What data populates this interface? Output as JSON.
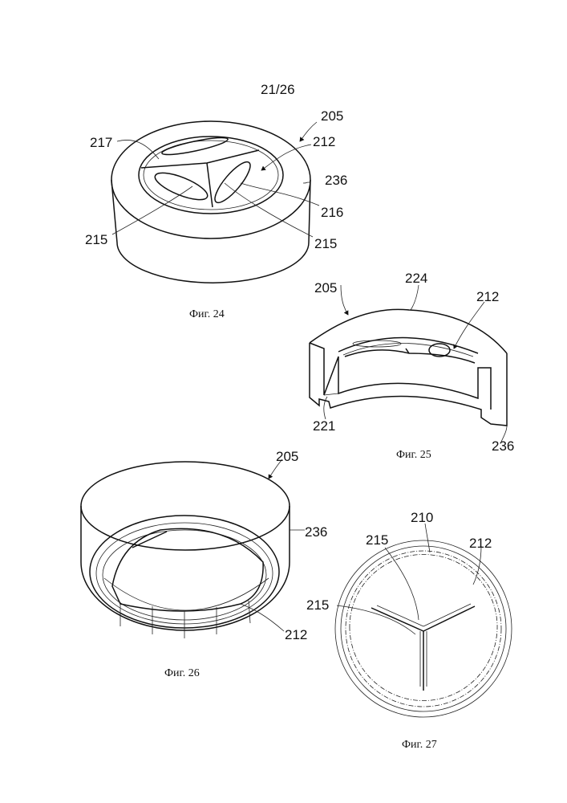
{
  "sheet": {
    "number": "21/26"
  },
  "figures": [
    {
      "caption": "Фиг. 24",
      "labels": [
        "205",
        "217",
        "212",
        "236",
        "216",
        "215",
        "215"
      ]
    },
    {
      "caption": "Фиг. 25",
      "labels": [
        "205",
        "224",
        "212",
        "221",
        "236"
      ]
    },
    {
      "caption": "Фиг. 26",
      "labels": [
        "205",
        "236",
        "212"
      ]
    },
    {
      "caption": "Фиг. 27",
      "labels": [
        "210",
        "215",
        "212",
        "215"
      ]
    }
  ],
  "colors": {
    "ink": "#111111",
    "paper": "#ffffff"
  }
}
